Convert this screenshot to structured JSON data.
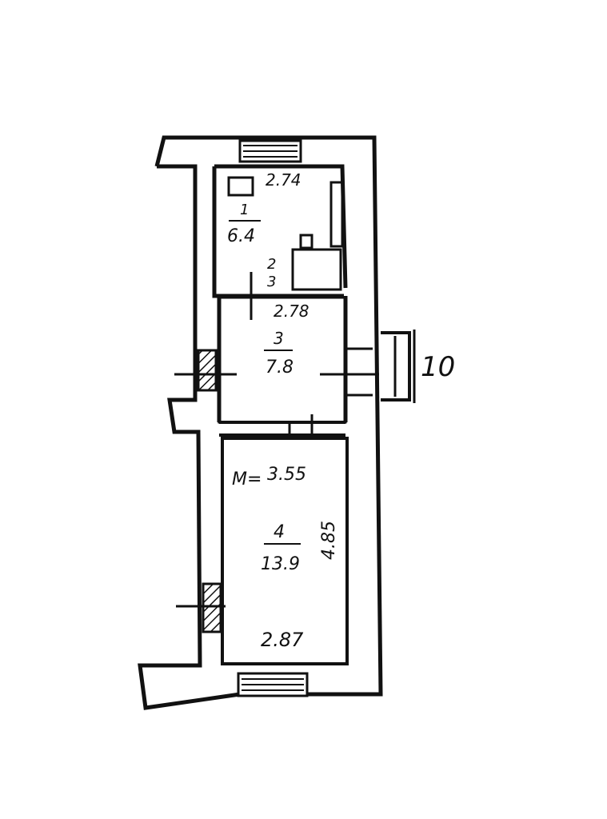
{
  "plan": {
    "rooms": [
      {
        "number": "1",
        "area": "6.4",
        "width_top": "2.74"
      },
      {
        "number": "2",
        "area": ""
      },
      {
        "number": "3",
        "area": "7.8",
        "width_top": "2.78"
      },
      {
        "number": "4",
        "area": "13.9",
        "width_top": "3.55",
        "height": "4.85",
        "width_bottom": "2.87"
      }
    ],
    "room2_label": "2",
    "room2b_label": "3",
    "scale_prefix": "M=",
    "balcony_label": "10"
  }
}
